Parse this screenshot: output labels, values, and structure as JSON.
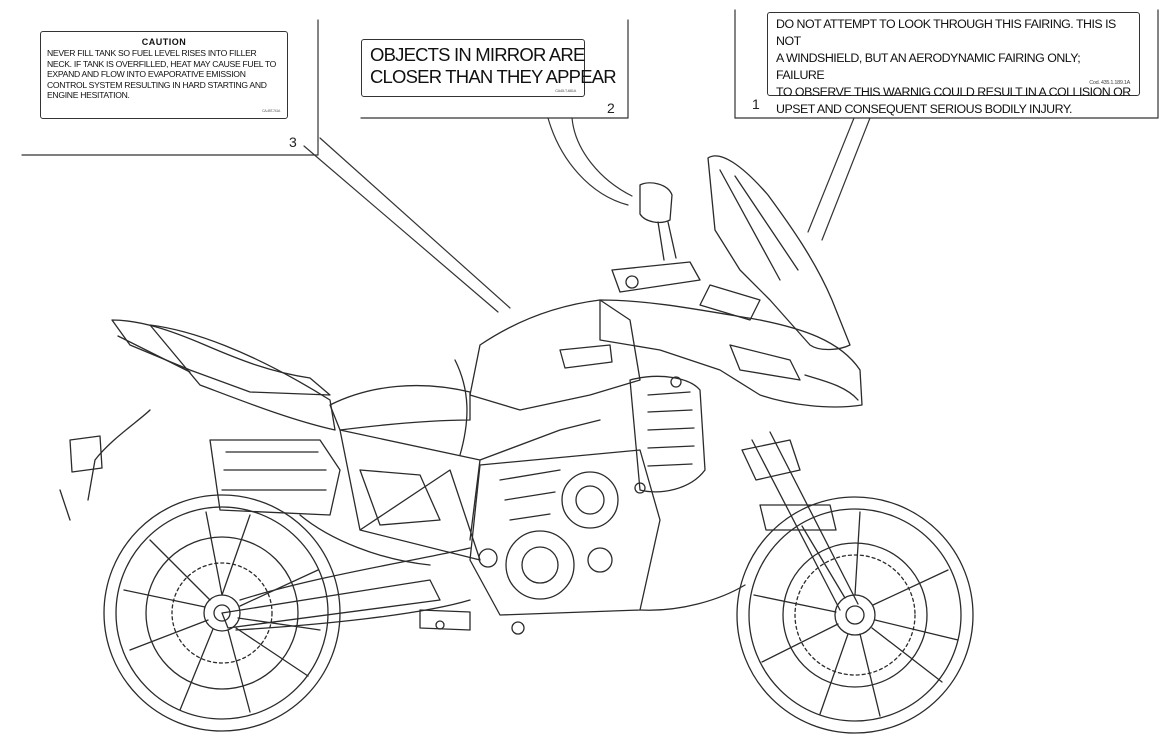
{
  "labels": [
    {
      "ref": "1",
      "text": "DO NOT ATTEMPT TO LOOK THROUGH THIS FAIRING. THIS IS NOT\nA WINDSHIELD, BUT AN AERODYNAMIC FAIRING ONLY; FAILURE\nTO OBSERVE THIS WARNIG COULD RESULT IN A COLLISION OR\nUPSET AND CONSEQUENT SERIOUS BODILY INJURY.",
      "code": "Cod. 435.1.189.1A"
    },
    {
      "ref": "2",
      "text_line1": "OBJECTS IN MIRROR ARE",
      "text_line2": "CLOSER THAN THEY APPEAR",
      "code": "CA45-T-681A"
    },
    {
      "ref": "3",
      "title": "CAUTION",
      "text": "Never fill tank so fuel level rises into filler neck. If tank is overfilled, heat may cause fuel to expand and flow into evaporative emission control system resulting in hard starting and engine hesitation.",
      "code": "CA-45T-741A"
    }
  ]
}
